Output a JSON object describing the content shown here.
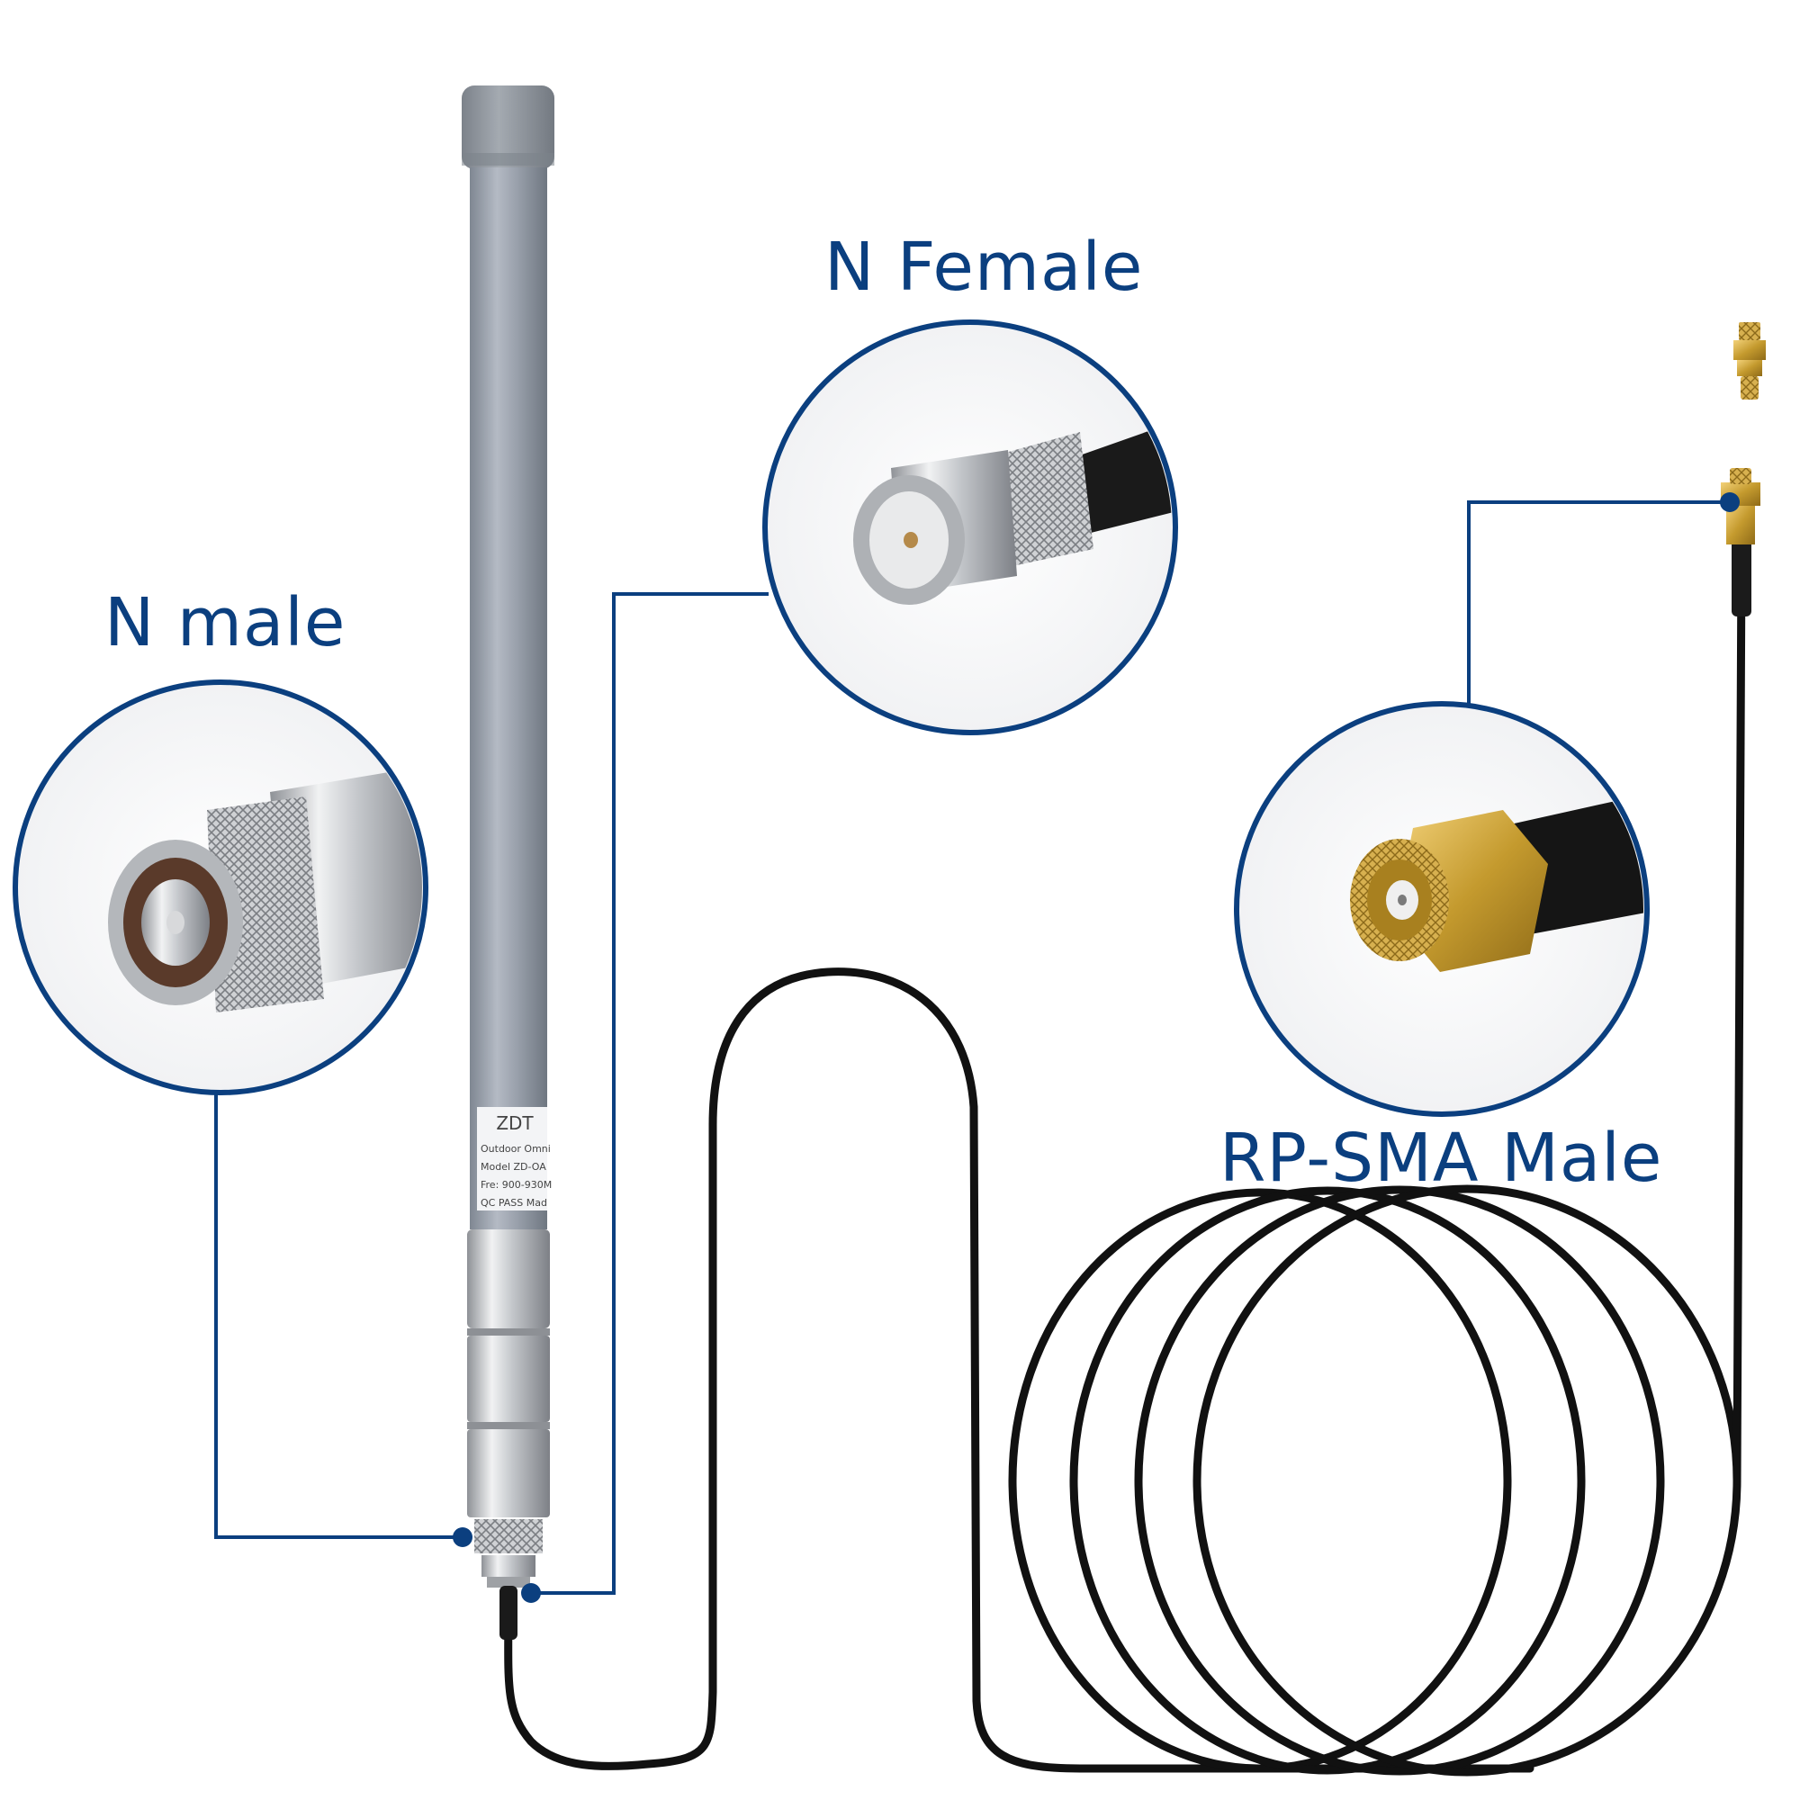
{
  "labels": {
    "n_male": "N male",
    "n_female": "N Female",
    "rp_sma_male": "RP-SMA Male"
  },
  "antenna_sticker": {
    "brand": "ZDT",
    "line1": "Outdoor Omni",
    "line2": "Model ZD-OA",
    "line3": "Fre: 900-930M",
    "line4": "QC PASS  Mad"
  },
  "colors": {
    "accent": "#0b3f7f",
    "antenna_body": "#9ea6b3",
    "antenna_cap": "#8f969f",
    "cable": "#111111",
    "metal": "#c7c9cc",
    "gold": "#c9a23a"
  }
}
